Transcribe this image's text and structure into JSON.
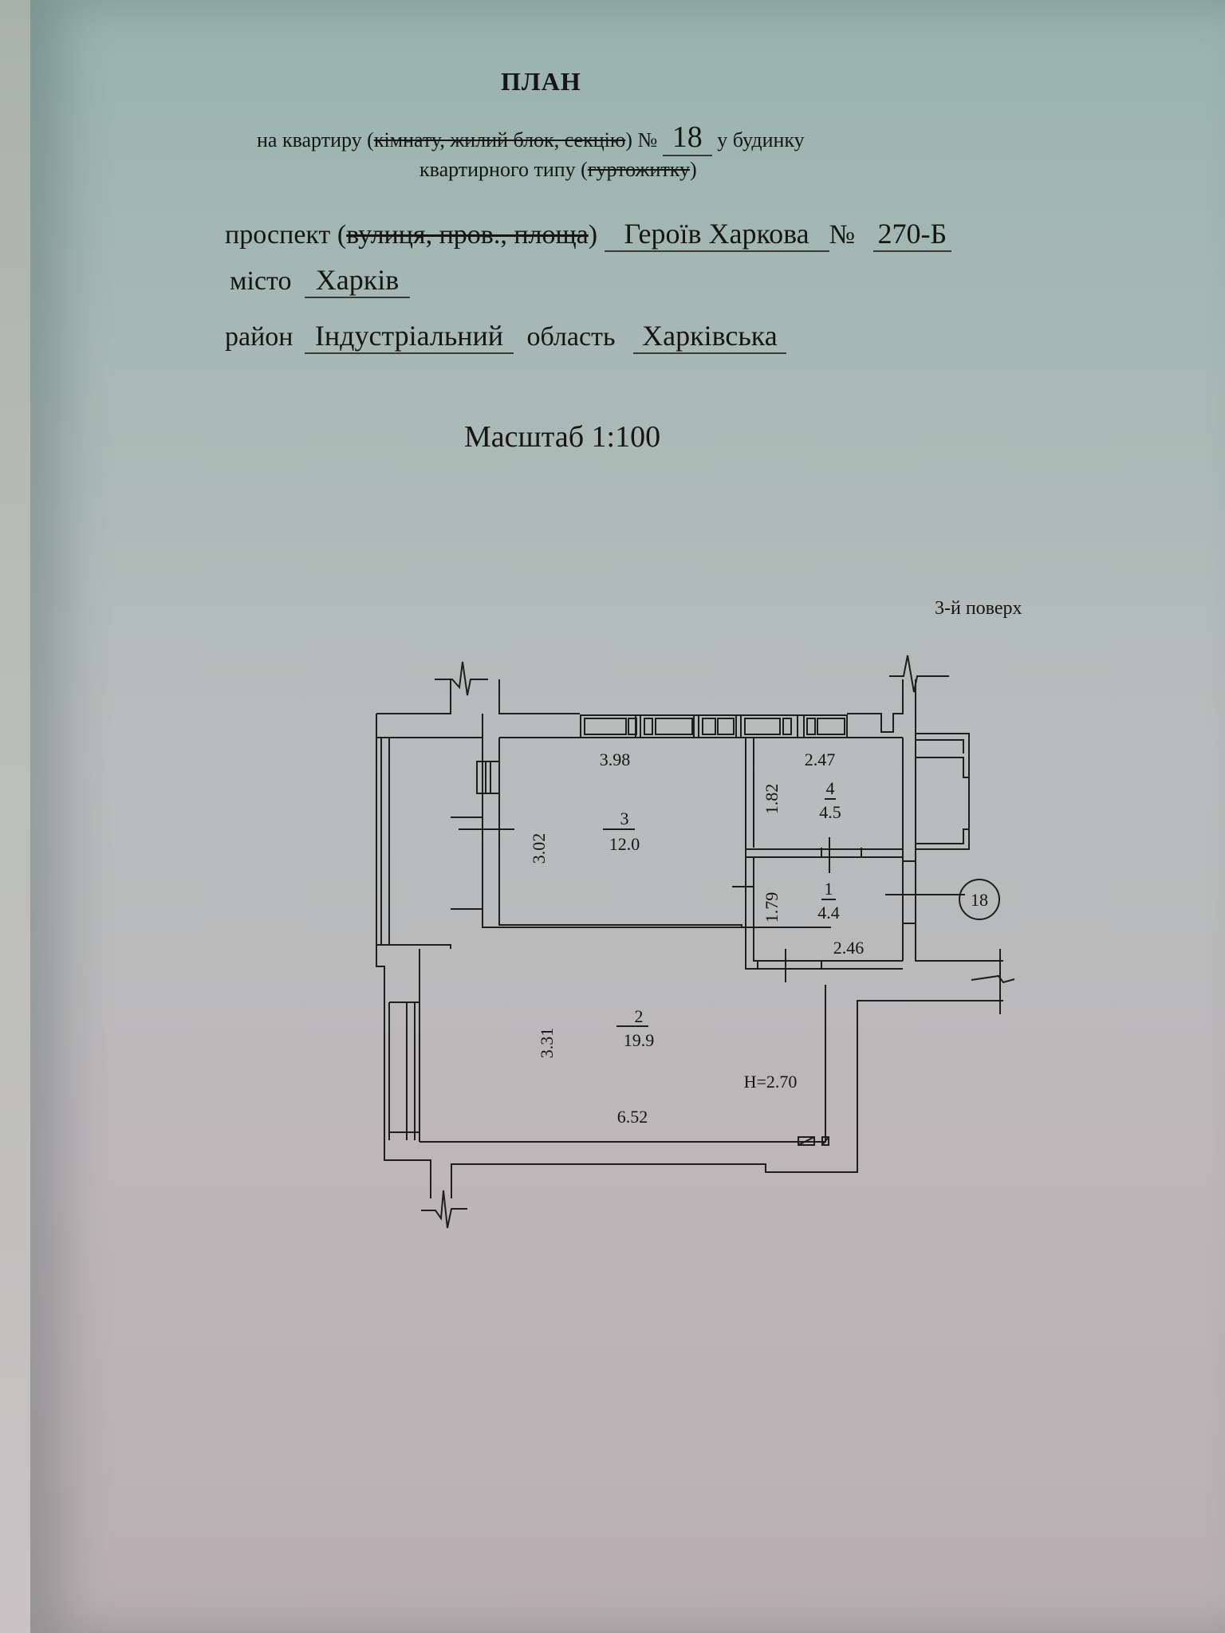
{
  "document": {
    "title": "ПЛАН",
    "line1": {
      "prefix": "на квартиру (",
      "struck": "кімнату, жилий блок, секцію",
      "suffix": ") №",
      "apartment_number": "18",
      "tail": "у будинку"
    },
    "line2": {
      "prefix": "квартирного типу (",
      "struck": "гуртожитку",
      "suffix": ")"
    },
    "address": {
      "street_label_prefix": "проспект (",
      "street_label_struck": "вулиця, пров., площа",
      "street_label_suffix": ")",
      "street_value": "Героїв Харкова",
      "number_label": "№",
      "number_value": "270-Б",
      "city_label": "місто",
      "city_value": "Харків",
      "district_label": "район",
      "district_value": "Індустріальний",
      "region_label": "область",
      "region_value": "Харківська"
    },
    "scale": "Масштаб 1:100",
    "floor": "3-й поверх"
  },
  "plan": {
    "apartment_marker": "18",
    "ceiling_height": "H=2.70",
    "rooms": [
      {
        "id": "1",
        "area": "4.4",
        "dim_a": "1.79",
        "dim_b": "2.46"
      },
      {
        "id": "2",
        "area": "19.9",
        "dim_a": "3.31",
        "dim_b": "6.52"
      },
      {
        "id": "3",
        "area": "12.0",
        "dim_a": "3.02",
        "dim_b": "3.98"
      },
      {
        "id": "4",
        "area": "4.5",
        "dim_a": "1.82",
        "dim_b": "2.47"
      }
    ]
  },
  "colors": {
    "ink": "#151515",
    "paper_top": "#98b3ad",
    "paper_bottom": "#b9afb2"
  }
}
